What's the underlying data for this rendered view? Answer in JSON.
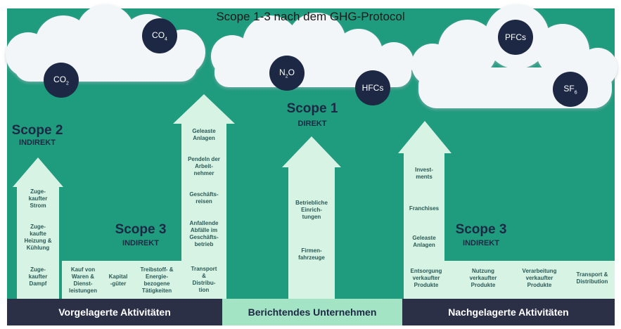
{
  "title": "Scope 1-3 nach dem GHG-Protocol",
  "gases": [
    {
      "label": "CO",
      "sub": "4"
    },
    {
      "label": "CO",
      "sub": "2"
    },
    {
      "label": "N",
      "sub": "2",
      "suffix": "O"
    },
    {
      "label": "HFCs"
    },
    {
      "label": "PFCs"
    },
    {
      "label": "SF",
      "sub": "6"
    }
  ],
  "scope2": {
    "heading": "Scope 2",
    "subheading": "INDIREKT",
    "items": [
      "Zuge-\nkaufter\nStrom",
      "Zuge-\nkaufte\nHeizung &\nKühlung",
      "Zuge-\nkaufter\nDampf"
    ]
  },
  "scope3_upstream": {
    "heading": "Scope 3",
    "subheading": "INDIREKT",
    "band_items": [
      "Kauf von\nWaren &\nDienst-\nleistungen",
      "Kapital\n-güter",
      "Treibstoff- &\nEnergie-\nbezogene\nTätigkeiten"
    ],
    "arrow_items": [
      "Geleaste\nAnlagen",
      "Pendeln der\nArbeit-\nnehmer",
      "Geschäfts-\nreisen",
      "Anfallende\nAbfälle im\nGeschäfts-\nbetrieb",
      "Transport\n&\nDistribu-\ntion"
    ]
  },
  "scope1": {
    "heading": "Scope 1",
    "subheading": "DIREKT",
    "items": [
      "Betriebliche\nEinrich-\ntungen",
      "Firmen-\nfahrzeuge"
    ]
  },
  "scope3_downstream": {
    "heading": "Scope 3",
    "subheading": "INDIREKT",
    "arrow_items": [
      "Invest-\nments",
      "Franchises",
      "Geleaste\nAnlagen"
    ],
    "band_items": [
      "Entsorgung\nverkaufter\nProdukte",
      "Nutzung\nverkaufter\nProdukte",
      "Verarbeitung\nverkaufter\nProdukte",
      "Transport &\nDistribution"
    ]
  },
  "footer": {
    "upstream": "Vorgelagerte Aktivitäten",
    "reporting": "Berichtendes Unternehmen",
    "downstream": "Nachgelagerte Aktivitäten"
  },
  "colors": {
    "background": "#1f9b7e",
    "arrow": "#d7f3e4",
    "gas_circle": "#1d2844",
    "footer_dark": "#2b3047",
    "footer_light": "#a3e4c5",
    "cloud": "#f3f6f8"
  }
}
